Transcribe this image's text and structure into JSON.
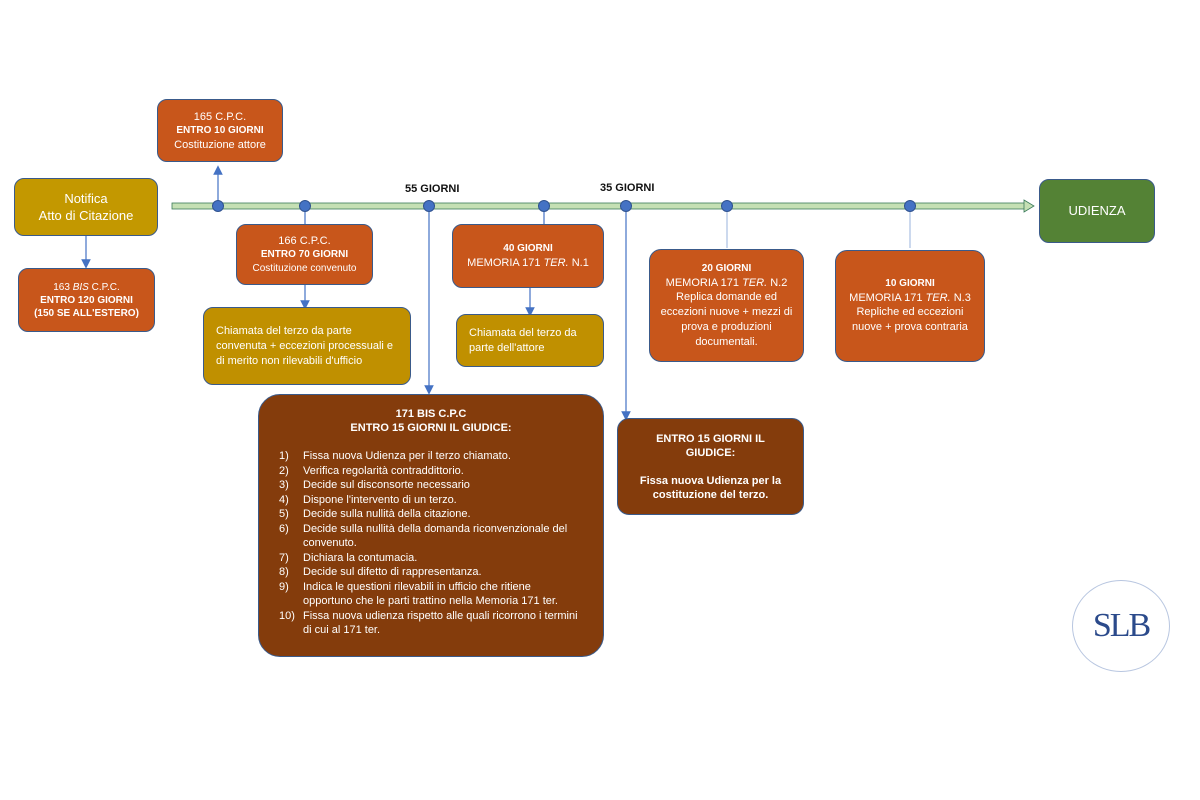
{
  "timeline": {
    "label_55": "55 GIORNI",
    "label_35": "35 GIORNI"
  },
  "notifica": {
    "line1": "Notifica",
    "line2": "Atto di Citazione"
  },
  "udienza": {
    "label": "UDIENZA"
  },
  "art165": {
    "ref": "165  C.P.C.",
    "term": "ENTRO 10 GIORNI",
    "desc": "Costituzione attore"
  },
  "art163bis": {
    "ref_pre": "163 ",
    "ref_em": "BIS",
    "ref_post": " C.P.C.",
    "term": "ENTRO 120 GIORNI",
    "note": "(150 SE ALL'ESTERO)"
  },
  "art166": {
    "ref": "166 C.P.C.",
    "term": "ENTRO 70 GIORNI",
    "desc": "Costituzione convenuto"
  },
  "chiamata_convenuto": {
    "text": "Chiamata del terzo da parte convenuta  + eccezioni processuali e di merito non rilevabili d'ufficio"
  },
  "memoria1": {
    "term": "40 GIORNI",
    "ref_pre": "MEMORIA 171 ",
    "ref_em": "TER.",
    "ref_post": " N.1"
  },
  "chiamata_attore": {
    "text": "Chiamata del terzo da parte dell'attore"
  },
  "memoria2": {
    "term": "20 GIORNI",
    "ref_pre": "MEMORIA 171 ",
    "ref_em": "TER.",
    "ref_post": " N.2",
    "desc": "Replica domande ed eccezioni nuove + mezzi di prova e produzioni documentali."
  },
  "memoria3": {
    "term": "10 GIORNI",
    "ref_pre": "MEMORIA 171 ",
    "ref_em": "TER.",
    "ref_post": " N.3",
    "desc": "Repliche ed eccezioni nuove + prova contraria"
  },
  "art171bis": {
    "title1": "171 BIS C.P.C",
    "title2": "ENTRO 15 GIORNI IL GIUDICE:",
    "items": [
      {
        "n": "1)",
        "t": "Fissa nuova Udienza per il terzo chiamato."
      },
      {
        "n": "2)",
        "t": "Verifica regolarità contraddittorio."
      },
      {
        "n": "3)",
        "t": "Decide sul disconsorte necessario"
      },
      {
        "n": "4)",
        "t": "Dispone l'intervento di un terzo."
      },
      {
        "n": "5)",
        "t": "Decide sulla nullità della citazione."
      },
      {
        "n": "6)",
        "t": "Decide sulla nullità della domanda riconvenzionale del convenuto."
      },
      {
        "n": "7)",
        "t": "Dichiara la contumacia."
      },
      {
        "n": "8)",
        "t": "Decide sul difetto di rappresentanza."
      },
      {
        "n": "9)",
        "t": "Indica le questioni rilevabili in ufficio che ritiene opportuno che le parti trattino nella Memoria 171 ter."
      },
      {
        "n": "10)",
        "t": " Fissa nuova udienza rispetto alle quali ricorrono i termini di cui al 171 ter."
      }
    ]
  },
  "giudice_terzo": {
    "title": "ENTRO 15 GIORNI IL GIUDICE:",
    "desc": "Fissa nuova Udienza per la costituzione del terzo."
  },
  "logo": {
    "text": "SLB"
  },
  "colors": {
    "orange": "#c8561b",
    "gold": "#c09000",
    "brown": "#843c0c",
    "green": "#548235",
    "line": "#4472c4",
    "timeline": "#c5e0b4"
  }
}
